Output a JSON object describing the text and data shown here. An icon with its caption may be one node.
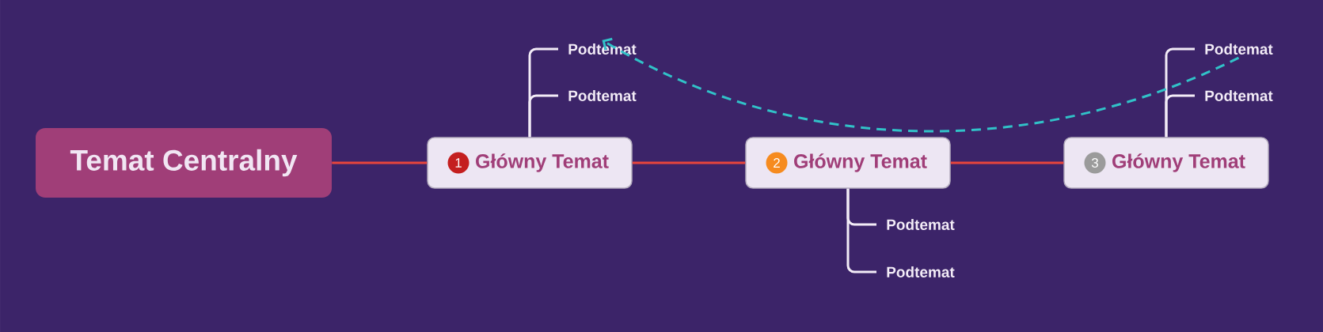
{
  "diagram": {
    "nodes": [
      {
        "text": [
          "Temat Centralny"
        ]
      },
      {
        "text": [
          "Główny Temat"
        ]
      },
      {
        "text": [
          "1"
        ],
        "in": 1
      },
      {
        "text": [
          "Podtemat"
        ]
      },
      {
        "text": [
          "Podtemat"
        ]
      },
      {
        "text": [
          "Główny Temat"
        ]
      },
      {
        "text": [
          "2"
        ],
        "in": 5
      },
      {
        "text": [
          "Podtemat"
        ]
      },
      {
        "text": [
          "Podtemat"
        ]
      },
      {
        "text": [
          "Główny Temat"
        ]
      },
      {
        "text": [
          "3"
        ],
        "in": 9
      },
      {
        "text": [
          "Podtemat"
        ]
      },
      {
        "text": [
          "Podtemat"
        ]
      }
    ],
    "edges": [
      {
        "from": 0,
        "to": 1,
        "arrow": "none",
        "color": "#e8453c"
      },
      {
        "from": 1,
        "to": 5,
        "arrow": "none",
        "color": "#e8453c"
      },
      {
        "from": 5,
        "to": 9,
        "arrow": "none",
        "color": "#e8453c"
      },
      {
        "from": 1,
        "to": 3,
        "arrow": "none"
      },
      {
        "from": 1,
        "to": 4,
        "arrow": "none"
      },
      {
        "from": 5,
        "to": 7,
        "arrow": "none"
      },
      {
        "from": 5,
        "to": 8,
        "arrow": "none"
      },
      {
        "from": 9,
        "to": 11,
        "arrow": "none"
      },
      {
        "from": 9,
        "to": 12,
        "arrow": "none"
      },
      {
        "from": 11,
        "to": 3,
        "arrow": "to",
        "style": "dashed",
        "color": "#31c2c8"
      }
    ]
  }
}
